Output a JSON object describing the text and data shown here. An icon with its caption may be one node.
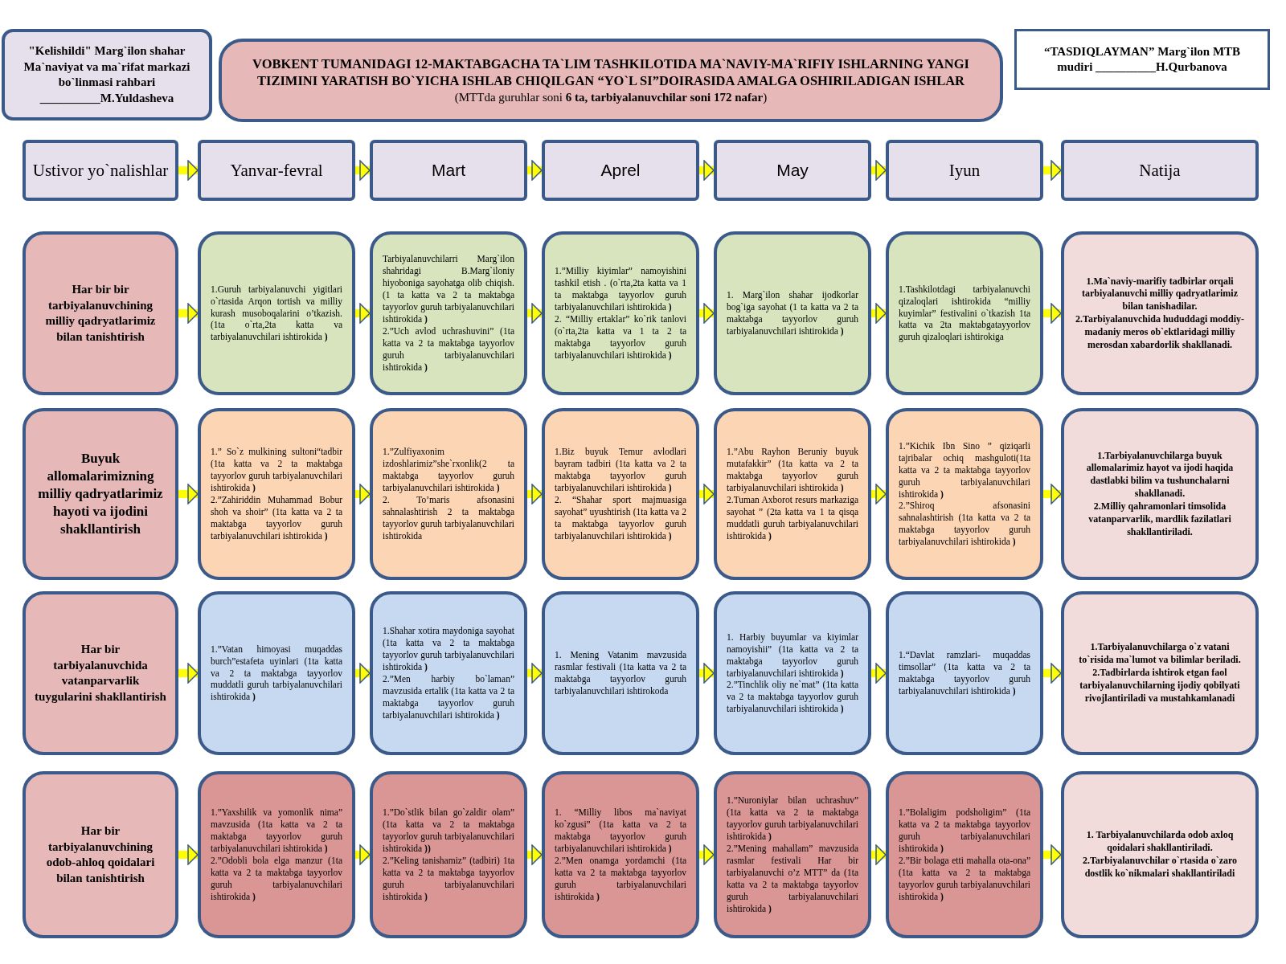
{
  "diagram": {
    "nodes": [
      {
        "text": [
          "\"Kelishildi\" Marg`ilon shahar Ma`naviyat va ma`rifat markazi bo`linmasi rahbari __________M.Yuldasheva"
        ]
      },
      {
        "text": [
          "VOBKENT TUMANIDAGI 12-MAKTABGACHA TA`LIM TASHKILOTIDA MA`NAVIY-MA`RIFIY ISHLARNING YANGI TIZIMINI YARATISH BO`YICHA ISHLAB CHIQILGAN “YO`L SI”DOIRASIDA AMALGA OSHIRILADIGAN ISHLAR",
          "(MTTda guruhlar soni **6 ta, tarbiyalanuvchilar soni 172 nafar**)"
        ]
      },
      {
        "text": [
          "“TASDIQLAYMAN” Marg`ilon MTB mudiri __________H.Qurbanova"
        ]
      },
      {
        "text": [
          "Ustivor yo`nalishlar"
        ]
      },
      {
        "text": [
          "Yanvar-fevral"
        ]
      },
      {
        "text": [
          "Mart"
        ]
      },
      {
        "text": [
          "Aprel"
        ]
      },
      {
        "text": [
          "May"
        ]
      },
      {
        "text": [
          "Iyun"
        ]
      },
      {
        "text": [
          "Natija"
        ]
      },
      {
        "text": [
          "Har bir bir tarbiyalanuvchining milliy qadryatlarimiz bilan tanishtirish"
        ]
      },
      {
        "text": [
          "1.Guruh tarbiyalanuvchi yigitlari o`rtasida Arqon tortish va milliy kurash musoboqalarini o’tkazish. (1ta o`rta,2ta katta va tarbiyalanuvchilari ishtirokida **)**"
        ]
      },
      {
        "text": [
          "Tarbiyalanuvchilarri Marg`ilon shahridagi B.Marg`iloniy hiyoboniga sayohatga olib chiqish. (1 ta katta va 2 ta maktabga tayyorlov guruh tarbiyalanuvchilari ishtirokida **)**",
          "2.”Uch avlod uchrashuvini” (1ta katta va 2 ta maktabga tayyorlov guruh tarbiyalanuvchilari ishtirokida **)**"
        ]
      },
      {
        "text": [
          "1.”Milliy kiyimlar” namoyishini tashkil etish . (o`rta,2ta katta va 1 ta maktabga tayyorlov guruh tarbiyalanuvchilari ishtirokida **)**",
          "2. “Milliy ertaklar” ko`rik tanlovi (o`rta,2ta katta va 1 ta 2 ta maktabga tayyorlov guruh tarbiyalanuvchilari ishtirokida **)**"
        ]
      },
      {
        "text": [
          "1. Marg`ilon shahar ijodkorlar bog`iga sayohat (1 ta katta va 2 ta maktabga tayyorlov guruh tarbiyalanuvchilari ishtirokida **)**"
        ]
      },
      {
        "text": [
          "1.Tashkilotdagi tarbiyalanuvchi qizaloqlari ishtirokida “milliy kuyimlar” festivalini o`tkazish 1ta katta va 2ta maktabgatayyorlov guruh qizaloqlari ishtirokiga"
        ]
      },
      {
        "text": [
          "1.Ma`naviy-marifiy tadbirlar orqali tarbiyalanuvchi milliy qadryatlarimiz bilan tanishadilar.",
          "2.Tarbiyalanuvchida hududdagi moddiy-madaniy meros ob`ektlaridagi milliy merosdan xabardorlik shakllanadi."
        ]
      },
      {
        "text": [
          "Buyuk allomalarimizning milliy qadryatlarimiz hayoti va ijodini shakllantirish"
        ]
      },
      {
        "text": [
          "1.” So`z mulkining sultoni“tadbir (1ta katta va 2 ta maktabga tayyorlov guruh tarbiyalanuvchilari ishtirokida **)**",
          "2.”Zahiriddin Muhammad Bobur shoh va shoir” (1ta katta va 2 ta maktabga tayyorlov guruh tarbiyalanuvchilari ishtirokida **)**"
        ]
      },
      {
        "text": [
          "1.”Zulfiyaxonim izdoshlarimiz”she`rxonlik(2 ta maktabga tayyorlov guruh tarbiyalanuvchilari ishtirokida **)**",
          "2. To’maris afsonasini sahnalashtirish 2 ta maktabga tayyorlov guruh tarbiyalanuvchilari ishtirokida"
        ]
      },
      {
        "text": [
          "1.Biz buyuk Temur avlodlari bayram tadbiri (1ta katta va 2 ta maktabga tayyorlov guruh tarbiyalanuvchilari ishtirokida **)**",
          "2. “Shahar sport majmuasiga sayohat” uyushtirish (1ta katta va 2 ta maktabga tayyorlov guruh tarbiyalanuvchilari ishtirokida **)**"
        ]
      },
      {
        "text": [
          "1.”Abu Rayhon Beruniy buyuk mutafakkir” (1ta katta va 2 ta maktabga tayyorlov guruh tarbiyalanuvchilari ishtirokida **)**",
          "2.Tuman Axborot resurs markaziga sayohat ” (2ta katta va 1 ta qisqa muddatli guruh tarbiyalanuvchilari ishtirokida **)**"
        ]
      },
      {
        "text": [
          "1.”Kichik Ibn Sino ” qiziqarli tajribalar ochiq mashguloti(1ta katta va 2 ta maktabga tayyorlov guruh tarbiyalanuvchilari ishtirokida **)**",
          "2.”Shiroq afsonasini sahnalashtirish (1ta katta va 2 ta maktabga tayyorlov guruh tarbiyalanuvchilari ishtirokida **)**"
        ]
      },
      {
        "text": [
          "1.Tarbiyalanuvchilarga buyuk allomalarimiz hayot va ijodi haqida dastlabki bilim va tushunchalarni shakllanadi.",
          "2.Milliy qahramonlari timsolida vatanparvarlik, mardlik fazilatlari shakllantiriladi."
        ]
      },
      {
        "text": [
          "Har bir tarbiyalanuvchida vatanparvarlik tuygularini shakllantirish"
        ]
      },
      {
        "text": [
          "1.”Vatan himoyasi muqaddas burch”estafeta uyinlari (1ta katta va 2 ta maktabga tayyorlov muddatli guruh tarbiyalanuvchilari ishtirokida **)**"
        ]
      },
      {
        "text": [
          "1.Shahar xotira maydoniga sayohat (1ta katta va 2 ta maktabga tayyorlov guruh tarbiyalanuvchilari ishtirokida **)**",
          "2.”Men harbiy bo`laman” mavzusida ertalik (1ta katta va 2 ta maktabga tayyorlov guruh tarbiyalanuvchilari ishtirokida **)**"
        ]
      },
      {
        "text": [
          "1. Mening Vatanim mavzusida rasmlar festivali (1ta katta va 2 ta maktabga tayyorlov guruh tarbiyalanuvchilari ishtirokoda"
        ]
      },
      {
        "text": [
          "1. Harbiy buyumlar va kiyimlar namoyishii” (1ta katta va 2 ta maktabga tayyorlov guruh tarbiyalanuvchilari ishtirokida **)**",
          "2.”Tinchlik oliy ne`mat” (1ta katta va 2 ta maktabga tayyorlov guruh tarbiyalanuvchilari ishtirokida **)**"
        ]
      },
      {
        "text": [
          "1.“Davlat ramzlari- muqaddas timsollar” (1ta katta va 2 ta maktabga tayyorlov guruh tarbiyalanuvchilari ishtirokida **)**"
        ]
      },
      {
        "text": [
          "1.Tarbiyalanuvchilarga o`z vatani to`risida ma`lumot va bilimlar beriladi.",
          "2.Tadbirlarda ishtirok etgan faol tarbiyalanuvchilarning ijodiy qobilyati rivojlantiriladi va mustahkamlanadi"
        ]
      },
      {
        "text": [
          "Har bir tarbiyalanuvchining odob-ahloq qoidalari bilan tanishtirish"
        ]
      },
      {
        "text": [
          "1.”Yaxshilik va yomonlik nima” mavzusida (1ta katta va 2 ta maktabga tayyorlov guruh tarbiyalanuvchilari ishtirokida **)**",
          "2.”Odobli bola elga manzur (1ta katta va 2 ta maktabga tayyorlov guruh tarbiyalanuvchilari ishtirokida **)**"
        ]
      },
      {
        "text": [
          "1.”Do`stlik bilan go`zaldir olam” (1ta katta va 2 ta maktabga tayyorlov guruh tarbiyalanuvchilari ishtirokida **))**",
          "2.”Keling tanishamiz” (tadbiri) 1ta katta va 2 ta maktabga tayyorlov guruh tarbiyalanuvchilari ishtirokida **)**"
        ]
      },
      {
        "text": [
          "1. “Milliy libos ma`naviyat ko`zgusi” (1ta katta va 2 ta maktabga tayyorlov guruh tarbiyalanuvchilari ishtirokida **)**",
          "2.”Men onamga yordamchi (1ta katta va 2 ta maktabga tayyorlov guruh tarbiyalanuvchilari ishtirokida **)**"
        ]
      },
      {
        "text": [
          "1.”Nuroniylar bilan uchrashuv” (1ta katta va 2 ta maktabga tayyorlov guruh tarbiyalanuvchilari ishtirokida **)**",
          "2.”Mening mahallam” mavzusida rasmlar festivali Har bir tarbiyalanuvchi o’z MTT” da (1ta katta va 2 ta maktabga tayyorlov guruh tarbiyalanuvchilari ishtirokida **)**"
        ]
      },
      {
        "text": [
          "1.”Bolaligim podsholigim” (1ta katta va 2 ta maktabga tayyorlov guruh tarbiyalanuvchilari ishtirokida **)**",
          "2.”Bir bolaga etti mahalla ota-ona” (1ta katta va 2 ta maktabga tayyorlov guruh tarbiyalanuvchilari ishtirokida **)**"
        ]
      },
      {
        "text": [
          "1. Tarbiyalanuvchilarda odob axloq qoidalari shakllantiriladi.",
          "2.Tarbiyalanuvchilar o`rtasida o`zaro dostlik ko`nikmalari shakllantiriladi"
        ]
      }
    ],
    "edges": [
      {
        "from": 3,
        "to": 4,
        "arrow": "to"
      },
      {
        "from": 4,
        "to": 5,
        "arrow": "to"
      },
      {
        "from": 5,
        "to": 6,
        "arrow": "to"
      },
      {
        "from": 6,
        "to": 7,
        "arrow": "to"
      },
      {
        "from": 7,
        "to": 8,
        "arrow": "to"
      },
      {
        "from": 8,
        "to": 9,
        "arrow": "to"
      },
      {
        "from": 10,
        "to": 11,
        "arrow": "to"
      },
      {
        "from": 11,
        "to": 12,
        "arrow": "to"
      },
      {
        "from": 12,
        "to": 13,
        "arrow": "to"
      },
      {
        "from": 13,
        "to": 14,
        "arrow": "to"
      },
      {
        "from": 14,
        "to": 15,
        "arrow": "to"
      },
      {
        "from": 15,
        "to": 16,
        "arrow": "to"
      },
      {
        "from": 17,
        "to": 18,
        "arrow": "to"
      },
      {
        "from": 18,
        "to": 19,
        "arrow": "to"
      },
      {
        "from": 19,
        "to": 20,
        "arrow": "to"
      },
      {
        "from": 20,
        "to": 21,
        "arrow": "to"
      },
      {
        "from": 21,
        "to": 22,
        "arrow": "to"
      },
      {
        "from": 22,
        "to": 23,
        "arrow": "to"
      },
      {
        "from": 24,
        "to": 25,
        "arrow": "to"
      },
      {
        "from": 25,
        "to": 26,
        "arrow": "to"
      },
      {
        "from": 26,
        "to": 27,
        "arrow": "to"
      },
      {
        "from": 27,
        "to": 28,
        "arrow": "to"
      },
      {
        "from": 28,
        "to": 29,
        "arrow": "to"
      },
      {
        "from": 29,
        "to": 30,
        "arrow": "to"
      },
      {
        "from": 31,
        "to": 32,
        "arrow": "to"
      },
      {
        "from": 32,
        "to": 33,
        "arrow": "to"
      },
      {
        "from": 33,
        "to": 34,
        "arrow": "to"
      },
      {
        "from": 34,
        "to": 35,
        "arrow": "to"
      },
      {
        "from": 35,
        "to": 36,
        "arrow": "to"
      },
      {
        "from": 36,
        "to": 37,
        "arrow": "to"
      }
    ]
  }
}
